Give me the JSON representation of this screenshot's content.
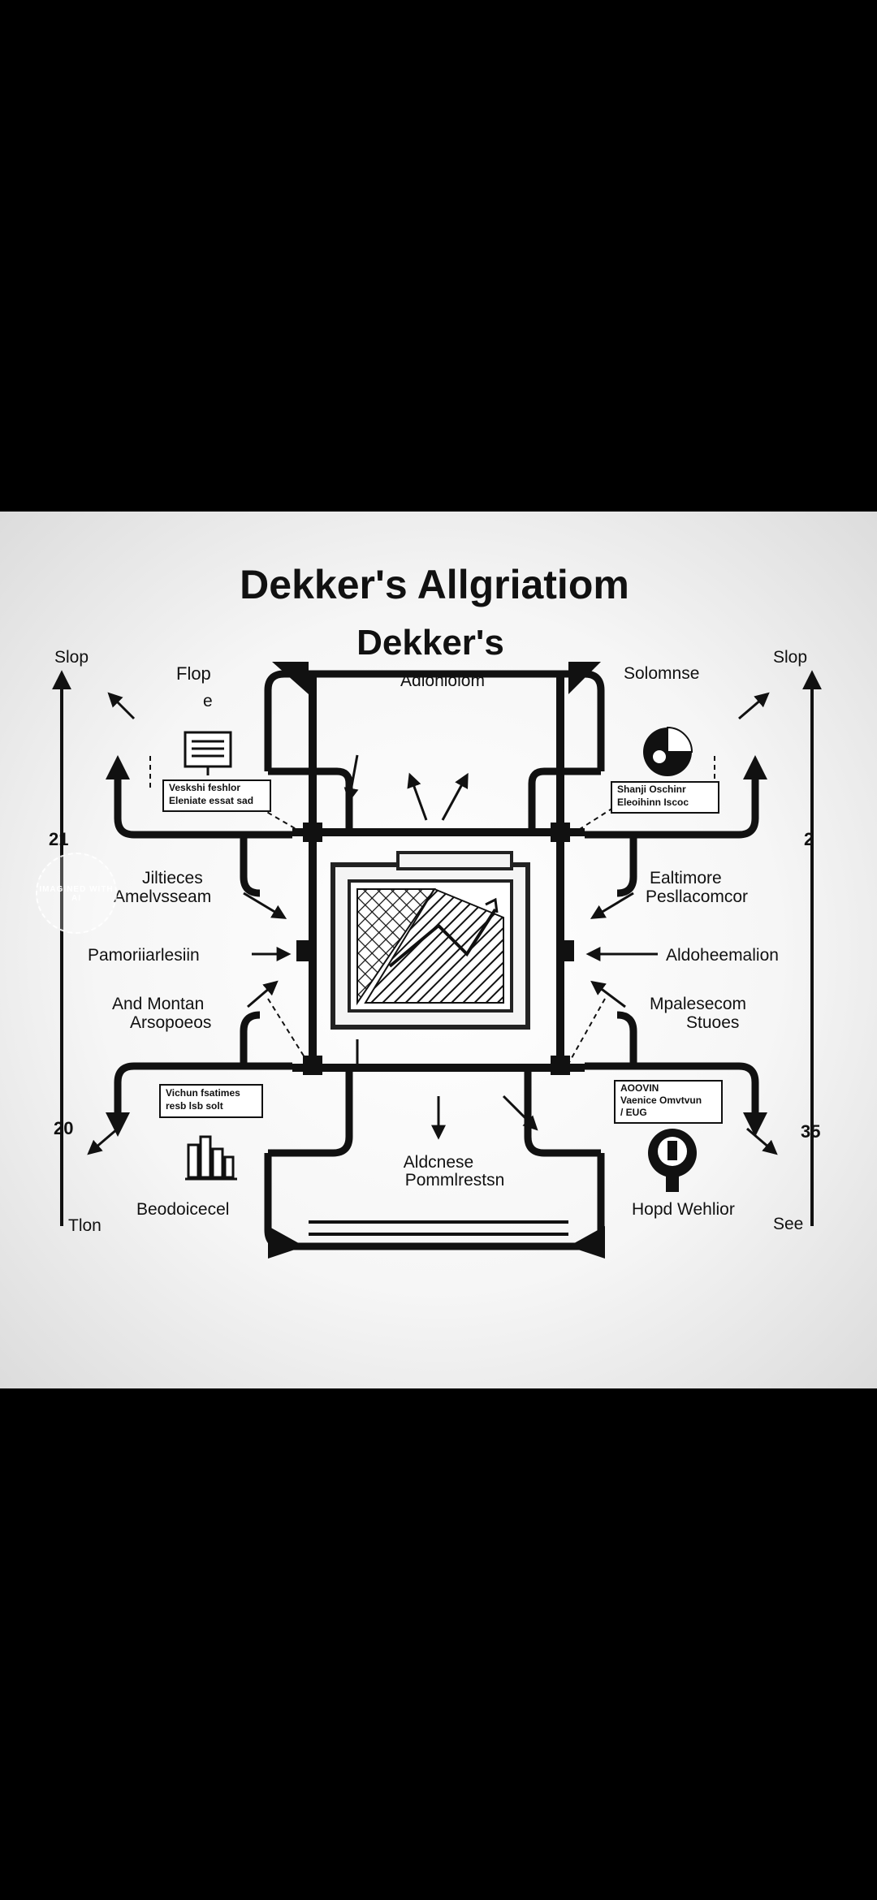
{
  "title": "Dekker's Allgriatiom",
  "center": {
    "heading": "Dekker's",
    "subheading": "Adloniolom"
  },
  "corner_labels": {
    "top_left": "Slop",
    "top_right": "Slop",
    "bottom_left": "Tlon",
    "bottom_right": "See"
  },
  "axis_numbers": {
    "left_top": "21",
    "left_bottom": "20",
    "right_top": "2",
    "right_bottom": "35"
  },
  "labels": {
    "flop": "Flop",
    "flop_mark": "e",
    "solomnse": "Solomnse",
    "left_mid_1": "Jiltieces",
    "left_mid_2": "Amelvsseam",
    "right_mid_1": "Ealtimore",
    "right_mid_2": "Pesllacomcor",
    "left_arrow": "Pamoriiarlesiin",
    "right_arrow": "Aldoheemalion",
    "left_low_1": "And Montan",
    "left_low_2": "Arsopoeos",
    "right_low_1": "Mpalesecom",
    "right_low_2": "Stuoes",
    "bottom_center_1": "Aldcnese",
    "bottom_center_2": "Pommlrestsn",
    "bottom_left": "Beodoicecel",
    "bottom_right": "Hopd Wehlior"
  },
  "note_boxes": {
    "top_left": [
      "Veskshi feshlor",
      "Eleniate essat sad"
    ],
    "top_right": [
      "Shanji Oschinr",
      "Eleoihinn Iscoc"
    ],
    "bottom_left": [
      "Vichun fsatimes",
      "resb lsb solt"
    ],
    "bottom_right": [
      "AOOVIN",
      "Vaenice Omvtvun",
      "/ EUG"
    ]
  },
  "watermark": "IMAGINED WITH AI"
}
